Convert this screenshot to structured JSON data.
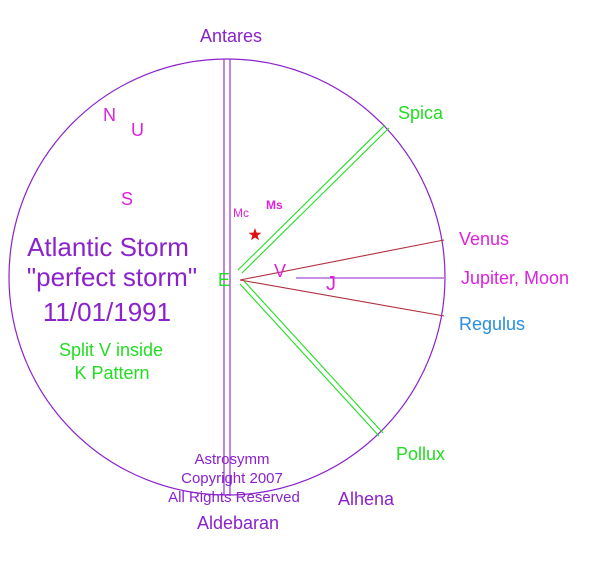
{
  "colors": {
    "purple": "#8b22cc",
    "green": "#22dd22",
    "magenta": "#dd22dd",
    "dark_red": "#b03040",
    "blue": "#2a8ee0",
    "star": "#dd1111",
    "background": "#ffffff"
  },
  "labels": {
    "antares": "Antares",
    "spica": "Spica",
    "venus": "Venus",
    "jupiter_moon": "Jupiter, Moon",
    "regulus": "Regulus",
    "pollux": "Pollux",
    "alhena": "Alhena",
    "aldebaran": "Aldebaran",
    "n": "N",
    "u": "U",
    "s": "S",
    "mc": "Mc",
    "ms": "Ms",
    "e": "E",
    "v": "V",
    "j": "J"
  },
  "title": {
    "line1": "Atlantic Storm",
    "line2": "\"perfect storm\"",
    "line3": "11/01/1991"
  },
  "subtitle": {
    "line1": "Split V inside",
    "line2": "K Pattern"
  },
  "copyright": {
    "line1": "Astrosymm",
    "line2": "Copyright 2007",
    "line3": "All Rights Reserved"
  },
  "star_icon": "red-star-icon"
}
